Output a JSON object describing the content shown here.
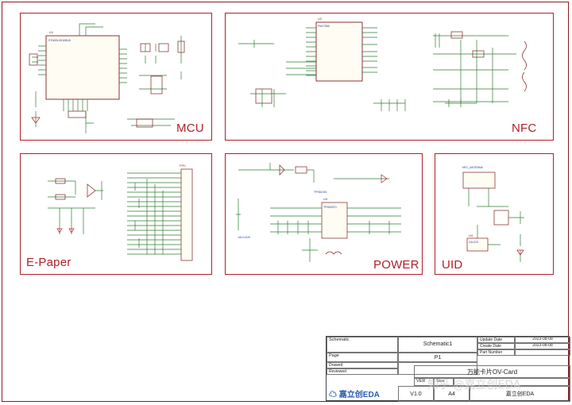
{
  "blocks": {
    "mcu": "MCU",
    "nfc": "NFC",
    "epaper": "E-Paper",
    "power": "POWER",
    "uid": "UID"
  },
  "title_block": {
    "schematic_label": "Schematic",
    "schematic_value": "Schematic1",
    "page_label": "Page",
    "page_value": "P1",
    "drawed_label": "Drawed",
    "reviewed_label": "Reviewed",
    "update_date_label": "Update Date",
    "update_date_value": "2023-08-08",
    "create_date_label": "Create Date",
    "create_date_value": "2023-08-08",
    "part_number_label": "Part Number",
    "project_name": "万能卡片OV-Card",
    "ver_label": "VER",
    "ver_value": "V1.0",
    "size_label": "Size",
    "size_value": "A4",
    "company": "嘉立创EDA",
    "logo_text": "嘉立创EDA"
  },
  "watermark": "知乎 @嘉立创EDA",
  "components": {
    "mcu_chip": "U1",
    "nfc_chip": "U2",
    "power_chip": "U3",
    "uid_chip": "U4",
    "epaper_connector": "FPC"
  },
  "colors": {
    "frame": "#b0202a",
    "wire": "#2e7d32",
    "part": "#7a1f1f",
    "net_label": "#1a3e9a"
  }
}
